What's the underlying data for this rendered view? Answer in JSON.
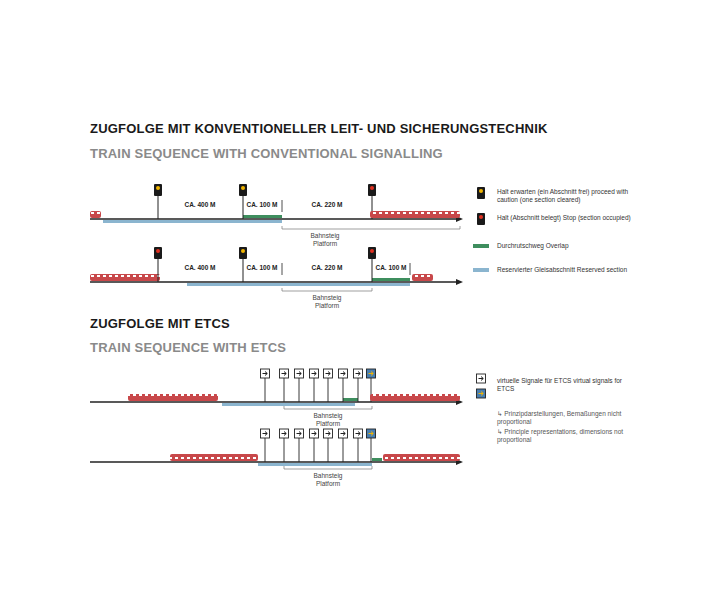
{
  "diagram": {
    "title": "ZUGFOLGE MIT KONVENTIONELLER LEIT- UND SICHERUNGSTECHNIK",
    "labels": [
      "TRAIN SEQUENCE WITH CONVENTIONAL SIGNALLING",
      "CA. 400 M",
      "CA. 100 M",
      "CA. 220 M",
      "Bahnsteig",
      "Platform",
      "CA. 400 M",
      "CA. 100 M",
      "CA. 220 M",
      "CA. 100 M",
      "Bahnsteig",
      "Platform",
      "ZUGFOLGE MIT ETCS",
      "TRAIN SEQUENCE WITH ETCS",
      "Bahnsteig",
      "Platform",
      "Bahnsteig",
      "Platform",
      "↳ Prinzipdarstellungen, Bemaßungen nicht proportional",
      "↳ Principle representations, dimensions not proportional"
    ],
    "legend": [
      {
        "text": "Halt erwarten (ein Abschnitt frei) proceed with caution (one section cleared)"
      },
      {
        "text": "Halt (Abschnitt belegt) Stop (section occupied)"
      },
      {
        "text": "Durchrutschweg Overlap",
        "color": "#3e8e5e"
      },
      {
        "text": "Reservierter Gleisabschnitt Reserved section",
        "color": "#8bb5cf"
      },
      {
        "text": "virtuelle Signale für ETCS virtual signals for ETCS"
      }
    ]
  }
}
